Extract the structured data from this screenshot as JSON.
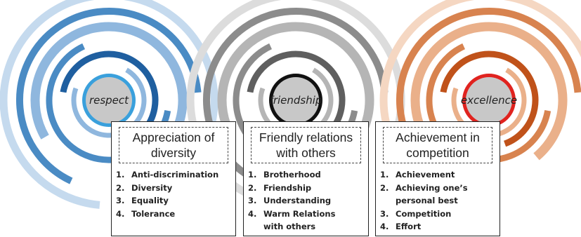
{
  "circles": [
    {
      "label": "respect",
      "palette": [
        "#1f5fa0",
        "#4a8bc4",
        "#8fb7de",
        "#c5daee"
      ],
      "ring": "#3aa0dc",
      "fill": "#c8c8c8"
    },
    {
      "label": "friendship",
      "palette": [
        "#5f5f5f",
        "#8c8c8c",
        "#b5b5b5",
        "#dcdcdc"
      ],
      "ring": "#111111",
      "fill": "#c8c8c8"
    },
    {
      "label": "excellence",
      "palette": [
        "#c0521a",
        "#d8834f",
        "#eab08a",
        "#f5d7c2"
      ],
      "ring": "#e0231f",
      "fill": "#c8c8c8"
    }
  ],
  "cards": [
    {
      "title": "Appreciation of\ndiversity",
      "items": [
        [
          "1.",
          "Anti-discrimination"
        ],
        [
          "2.",
          "Diversity"
        ],
        [
          "3.",
          "Equality"
        ],
        [
          "4.",
          "Tolerance"
        ]
      ]
    },
    {
      "title": "Friendly relations\nwith others",
      "items": [
        [
          "1.",
          "Brotherhood"
        ],
        [
          "2.",
          "Friendship"
        ],
        [
          "3.",
          "Understanding"
        ],
        [
          "4.",
          "Warm Relations\nwith others"
        ]
      ]
    },
    {
      "title": "Achievement in\ncompetition",
      "items": [
        [
          "1.",
          "Achievement"
        ],
        [
          "2.",
          "Achieving one’s\npersonal best"
        ],
        [
          "3.",
          "Competition"
        ],
        [
          "4.",
          "Effort"
        ]
      ]
    }
  ]
}
